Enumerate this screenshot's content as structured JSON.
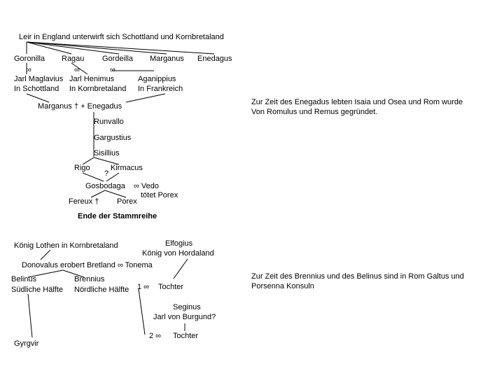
{
  "colors": {
    "background": "#ffffff",
    "ink": "#000000"
  },
  "tree1": {
    "root": "Leir in England unterwirft sich Schottland und Kornbretaland",
    "children": {
      "goronilla": "Goronilla",
      "ragau": "Ragau",
      "gordeilla": "Gordeilla",
      "marganus": "Marganus",
      "enedagus": "Enedagus"
    },
    "marriage_symbol": "∞",
    "spouses": {
      "maglavius_name": "Jarl Maglavius",
      "maglavius_place": "In Schottland",
      "henimus_name": "Jarl Henimus",
      "henimus_place": "In Kornbretaland",
      "aganippius_name": "Aganippius",
      "aganippius_place": "In Frankreich"
    },
    "marganus_enegadus": "Marganus † + Enegadus",
    "runvallo": "Runvallo",
    "gargustius": "Gargustius",
    "sisillius": "Sisillius",
    "rigo": "Rigo",
    "kirmacus": "Kirmacus",
    "question": "?",
    "gosbodaga": "Gosbodaga",
    "vedo": "∞ Vedo",
    "vedo_note": "tötet Porex",
    "fereux": "Fereux †",
    "porex": "Porex",
    "end_label": "Ende der Stammreihe",
    "note_line1": "Zur Zeit des Enegadus lebten Isaia und Osea und Rom wurde",
    "note_line2": "Von Romulus und Remus gegründet."
  },
  "tree2": {
    "lothen": "König Lothen in Kornbretaland",
    "elfogius_name": "Elfogius",
    "elfogius_title": "König von Hordaland",
    "donovalus": "Donovalus erobert Bretland ∞ Tonema",
    "belinus_name": "Belinus",
    "belinus_place": "Südliche Hälfte",
    "brennius_name": "Brennius",
    "brennius_place": "Nördliche Hälfte",
    "marriage1": "1 ∞",
    "tochter1": "Tochter",
    "seginus_name": "Seginus",
    "seginus_title": "Jarl von Burgund?",
    "marriage2": "2 ∞",
    "tochter2": "Tochter",
    "gyrgvir": "Gyrgvir",
    "note_line1": "Zur Zeit des Brennius und des Belinus sind in Rom Galtus und",
    "note_line2": "Porsenna Konsuln"
  }
}
